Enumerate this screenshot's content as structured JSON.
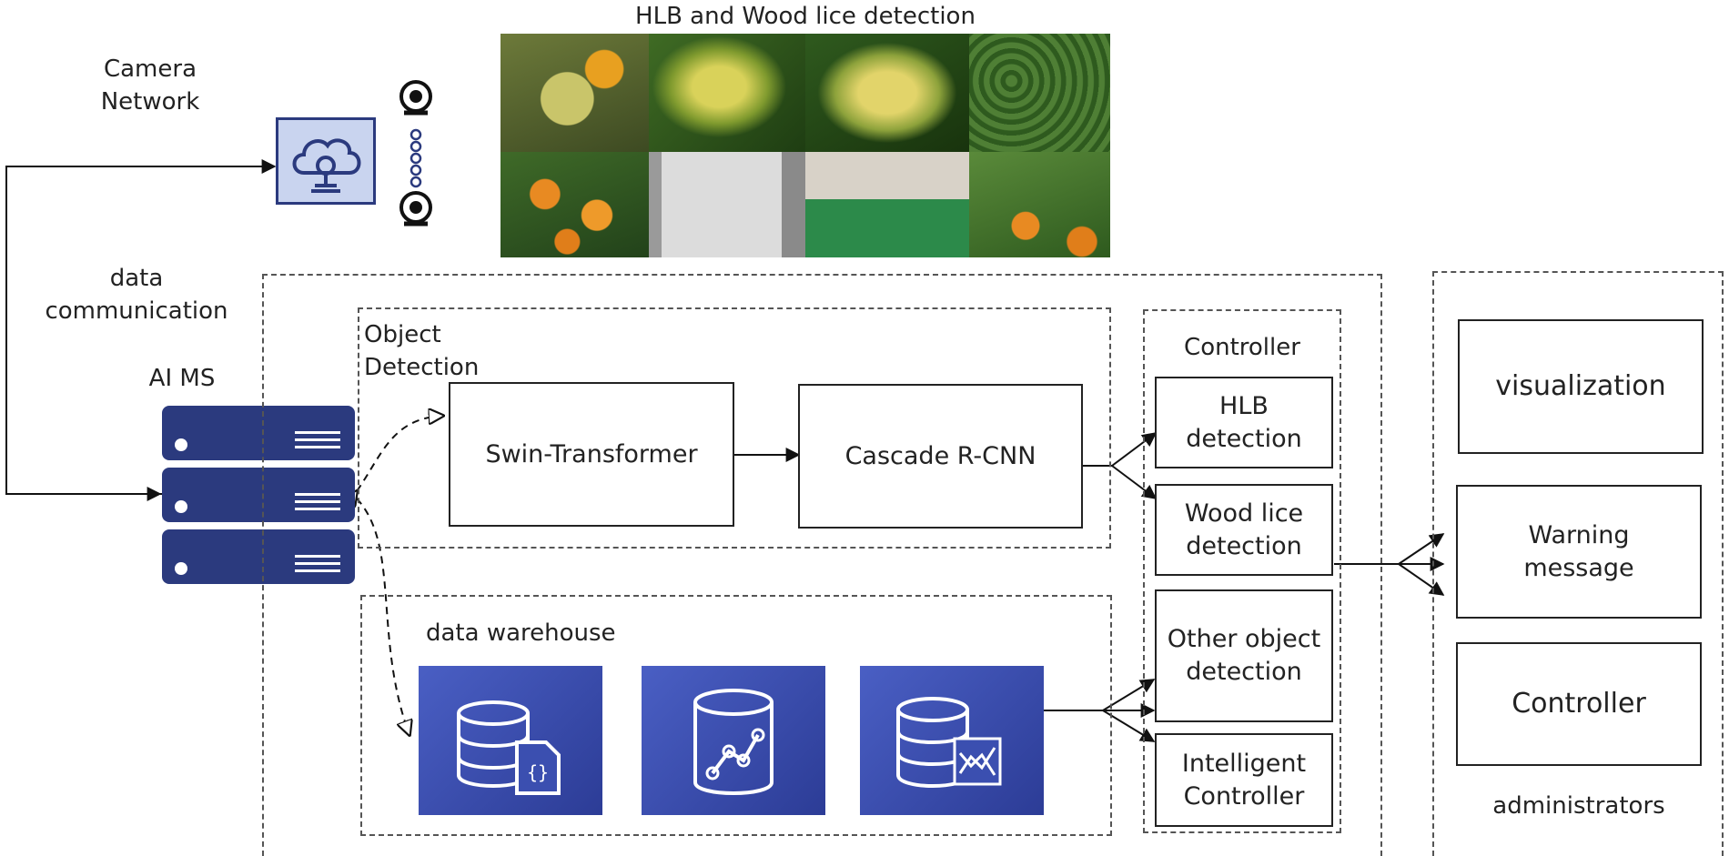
{
  "camera_network": "Camera\nNetwork",
  "photos_title": "HLB and Wood lice detection",
  "data_communication": "data\ncommunication",
  "ai_ms": "AI MS",
  "object_detection": "Object\nDetection",
  "swin_transformer": "Swin-Transformer",
  "cascade_rcnn": "Cascade R-CNN",
  "data_warehouse": "data warehouse",
  "controller_group": {
    "title": "Controller",
    "items": [
      "HLB\ndetection",
      "Wood lice\ndetection",
      "Other object\ndetection",
      "Intelligent\nController"
    ]
  },
  "admin_group": {
    "items": [
      "visualization",
      "Warning\nmessage",
      "Controller"
    ],
    "footer": "administrators"
  },
  "icons": {
    "camera_device": "cloud-camera-icon",
    "webcam": "webcam-icon",
    "db_document": "database-document-icon",
    "db_graph": "database-graph-icon",
    "db_analytics": "database-analytics-icon"
  },
  "colors": {
    "accent_navy": "#2b3a7e",
    "db_blue": "#3b4fb0",
    "device_fill": "#c9d4ef"
  }
}
